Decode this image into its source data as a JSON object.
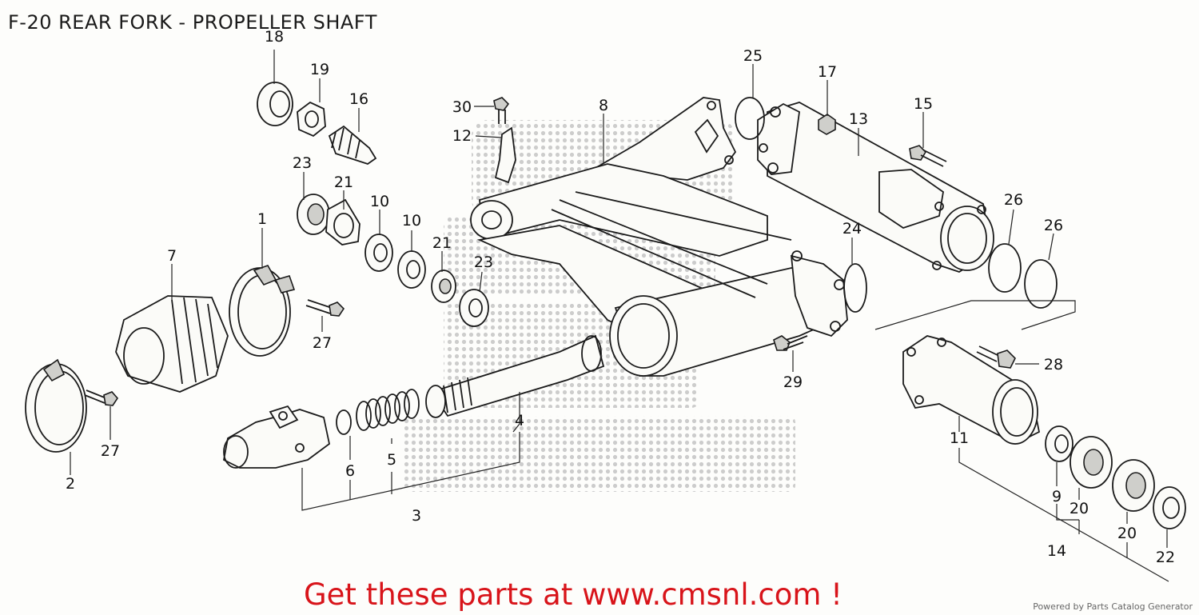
{
  "title": "F-20 REAR FORK - PROPELLER SHAFT",
  "cta": "Get these parts at www.cmsnl.com !",
  "powered": "Powered by Parts Catalog Generator",
  "colors": {
    "cta": "#d8141a",
    "line": "#1b1b1b",
    "watermark": "#bdbdbd"
  },
  "callouts": {
    "c1": "1",
    "c2": "2",
    "c3": "3",
    "c4": "4",
    "c5": "5",
    "c6": "6",
    "c7": "7",
    "c8": "8",
    "c9": "9",
    "c10a": "10",
    "c10b": "10",
    "c11": "11",
    "c12": "12",
    "c13": "13",
    "c14": "14",
    "c15": "15",
    "c16": "16",
    "c17": "17",
    "c18": "18",
    "c19": "19",
    "c20a": "20",
    "c20b": "20",
    "c21a": "21",
    "c21b": "21",
    "c22": "22",
    "c23a": "23",
    "c23b": "23",
    "c24": "24",
    "c25": "25",
    "c26a": "26",
    "c26b": "26",
    "c27a": "27",
    "c27b": "27",
    "c28": "28",
    "c29": "29",
    "c30": "30"
  }
}
